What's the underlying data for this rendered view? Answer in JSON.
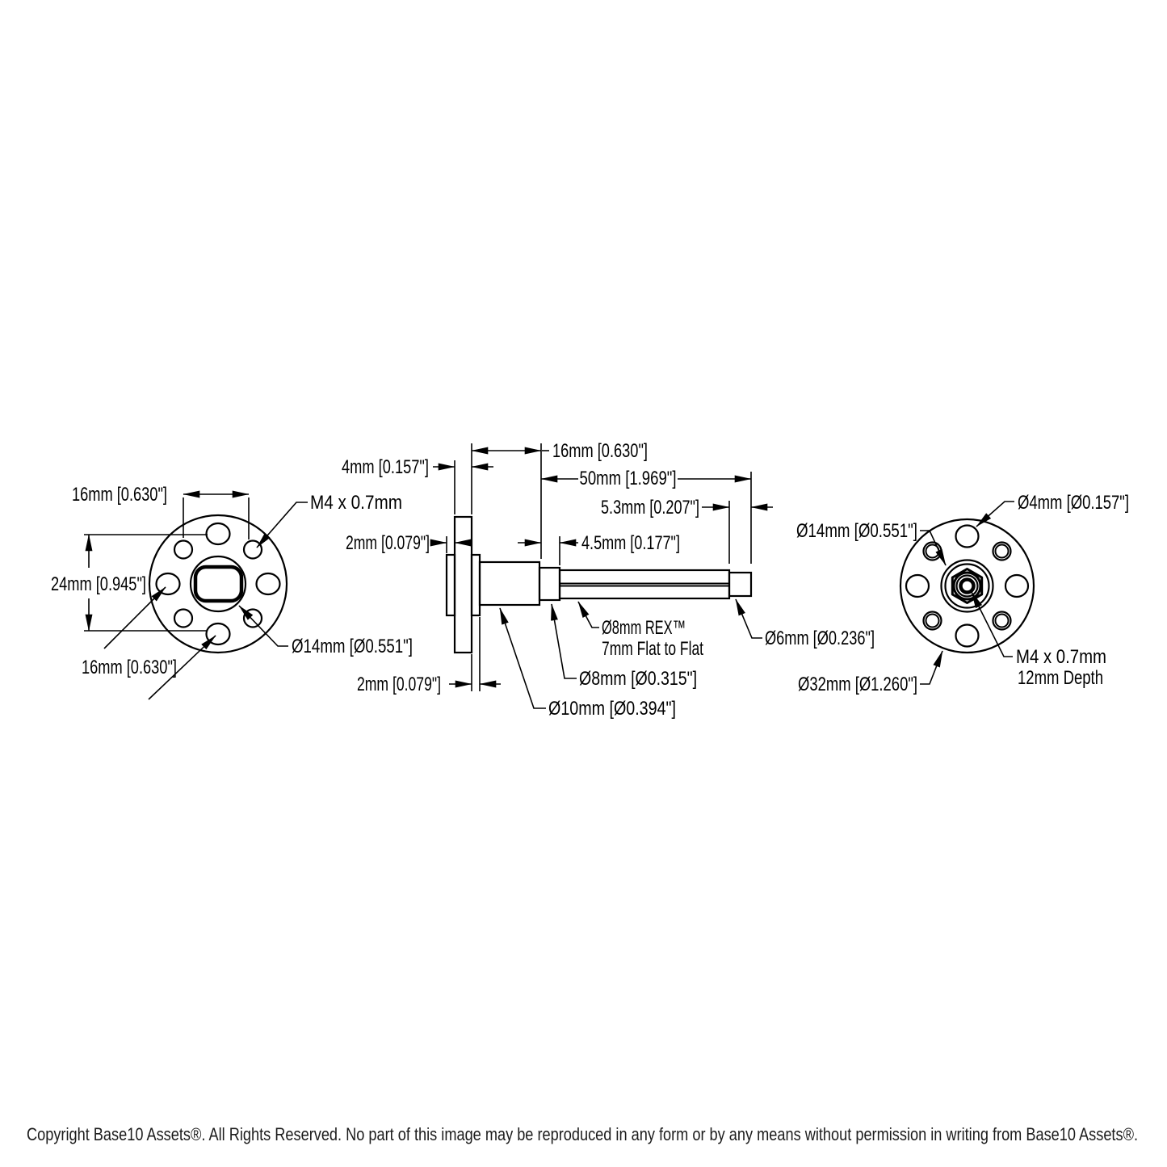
{
  "copyright": "Copyright Base10 Assets®.  All Rights Reserved. No part of this image may be reproduced in any form or by any means without permission in writing from Base10 Assets®.",
  "left_view": {
    "dim_top": "16mm [0.630\"]",
    "thread_label": "M4 x 0.7mm",
    "dim_vertical": "24mm [0.945\"]",
    "hub_label": "Ø14mm [Ø0.551\"]",
    "dim_bottom": "16mm [0.630\"]"
  },
  "side_view": {
    "dim_flange": "4mm [0.157\"]",
    "dim_hub_len": "16mm [0.630\"]",
    "dim_shaft_len": "50mm [1.969\"]",
    "dim_tip_len": "5.3mm [0.207\"]",
    "dim_boss_front": "2mm [0.079\"]",
    "dim_round_len": "4.5mm [0.177\"]",
    "dim_boss_back": "2mm [0.079\"]",
    "rex_label_1": "Ø8mm REX™",
    "rex_label_2": "7mm Flat to Flat",
    "d8_label": "Ø8mm [Ø0.315\"]",
    "d10_label": "Ø10mm [Ø0.394\"]",
    "d6_label": "Ø6mm [Ø0.236\"]"
  },
  "right_view": {
    "d4_label": "Ø4mm [Ø0.157\"]",
    "d14_label": "Ø14mm [Ø0.551\"]",
    "d32_label": "Ø32mm [Ø1.260\"]",
    "thread_label_1": "M4 x 0.7mm",
    "thread_label_2": "12mm Depth"
  }
}
